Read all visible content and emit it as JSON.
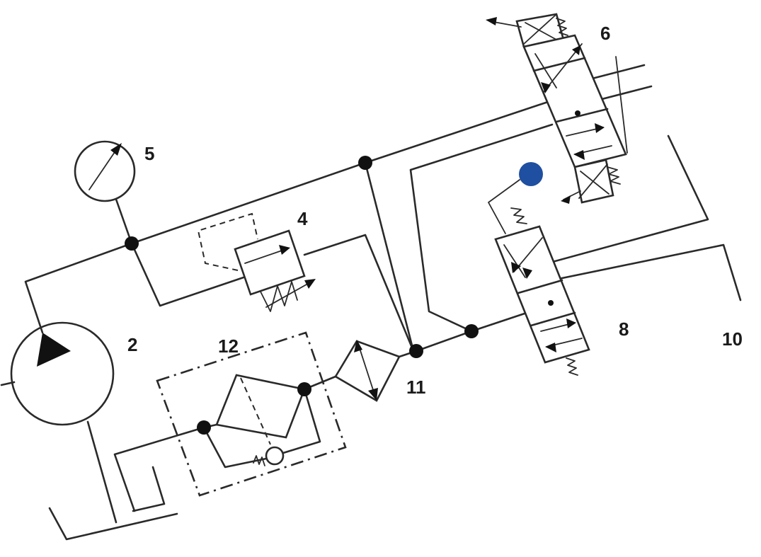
{
  "diagram": {
    "labels": {
      "pump": "2",
      "relief_valve": "4",
      "pressure_gauge": "5",
      "valve_upper": "6",
      "valve_lower": "8",
      "cylinder": "10",
      "filter": "11",
      "filter_unit": "12"
    },
    "colors": {
      "line": "#2a2a2a",
      "junction": "#111111",
      "control_knob": "#1f4fa0"
    }
  }
}
